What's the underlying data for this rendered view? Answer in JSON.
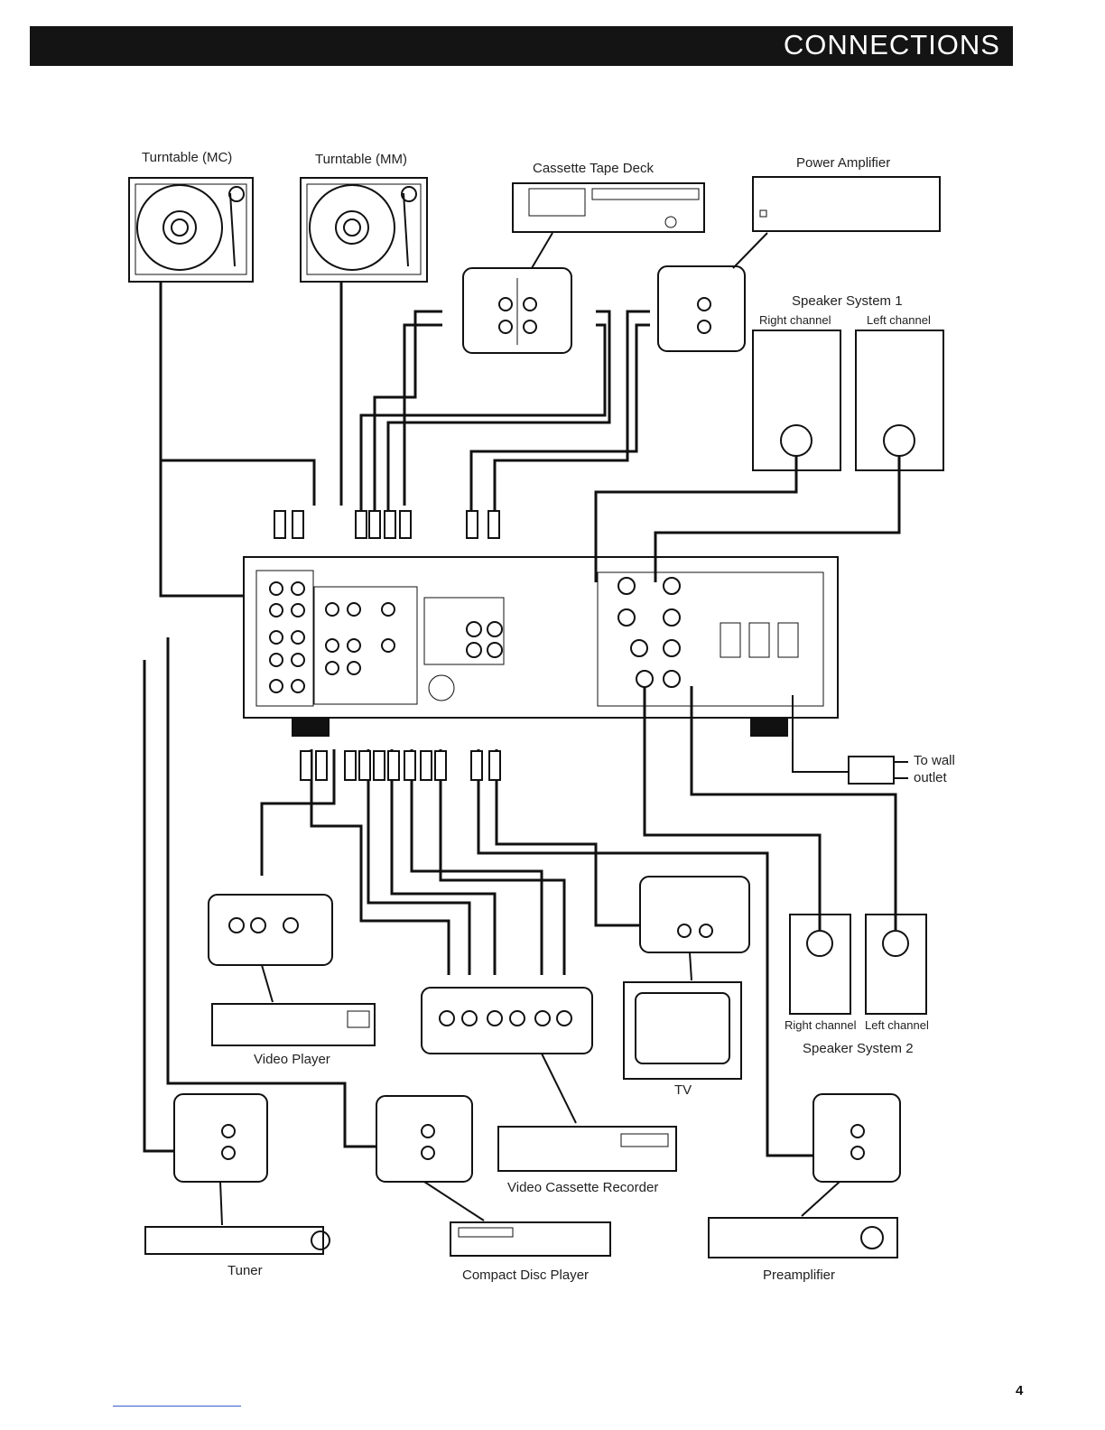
{
  "header": {
    "title": "CONNECTIONS"
  },
  "devices": {
    "turntable_mc": "Turntable (MC)",
    "turntable_mm": "Turntable (MM)",
    "cassette_deck": "Cassette Tape Deck",
    "power_amp": "Power Amplifier",
    "speaker1": "Speaker System 1",
    "speaker1_right": "Right channel",
    "speaker1_left": "Left channel",
    "wall_outlet_1": "To wall",
    "wall_outlet_2": "outlet",
    "video_player": "Video Player",
    "tv": "TV",
    "speaker2_right": "Right channel",
    "speaker2_left": "Left channel",
    "speaker2": "Speaker System 2",
    "vcr": "Video Cassette Recorder",
    "tuner": "Tuner",
    "cd_player": "Compact Disc Player",
    "preamp": "Preamplifier"
  },
  "page": {
    "number": "4"
  }
}
